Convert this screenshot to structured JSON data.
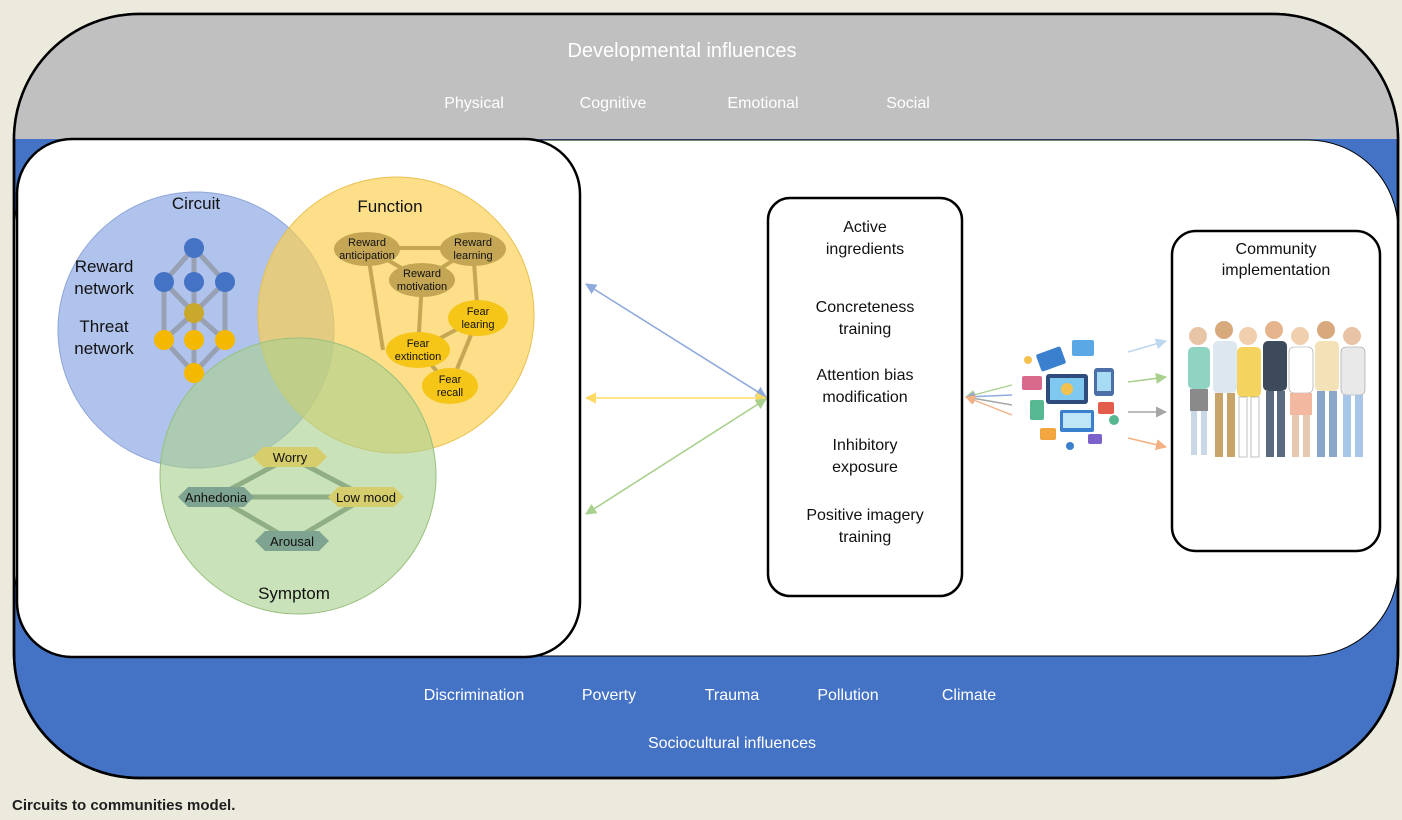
{
  "developmental": {
    "title": "Developmental influences",
    "items": [
      "Physical",
      "Cognitive",
      "Emotional",
      "Social"
    ]
  },
  "sociocultural": {
    "title": "Sociocultural influences",
    "items": [
      "Discrimination",
      "Poverty",
      "Trauma",
      "Pollution",
      "Climate"
    ]
  },
  "venn": {
    "circuit": {
      "title": "Circuit",
      "reward_network": [
        "Reward",
        "network"
      ],
      "threat_network": [
        "Threat",
        "network"
      ]
    },
    "function": {
      "title": "Function",
      "nodes": [
        [
          "Reward",
          "anticipation"
        ],
        [
          "Reward",
          "learning"
        ],
        [
          "Reward",
          "motivation"
        ],
        [
          "Fear",
          "learing"
        ],
        [
          "Fear",
          "extinction"
        ],
        [
          "Fear",
          "recall"
        ]
      ]
    },
    "symptom": {
      "title": "Symptom",
      "nodes": [
        "Worry",
        "Anhedonia",
        "Low mood",
        "Arousal"
      ]
    }
  },
  "active_ingredients": {
    "title": [
      "Active",
      "ingredients"
    ],
    "items": [
      [
        "Concreteness",
        "training"
      ],
      [
        "Attention bias",
        "modification"
      ],
      [
        "Inhibitory",
        "exposure"
      ],
      [
        "Positive imagery",
        "training"
      ]
    ]
  },
  "community": {
    "title": [
      "Community",
      "implementation"
    ]
  },
  "caption": "Circuits to communities model.",
  "colors": {
    "developmental_band": "#c0c0c0",
    "sociocultural_band": "#4472c4",
    "circuit_circle": "#7f9ee0",
    "function_circle": "#fbd04f",
    "symptom_circle": "#a9d08e",
    "reward_node": "#4472c4",
    "threat_node": "#f5b800",
    "arrow_blue": "#8faadc",
    "arrow_yellow": "#ffd966",
    "arrow_green": "#a9d08e",
    "arrow_gray": "#a6a6a6",
    "arrow_orange": "#f4b183"
  }
}
